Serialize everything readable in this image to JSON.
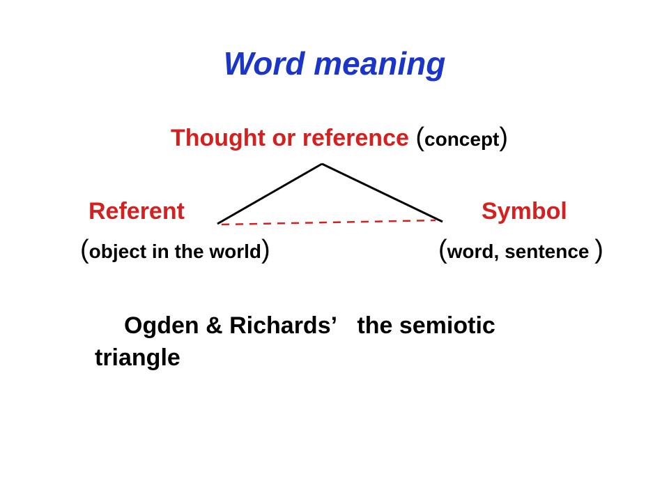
{
  "title": "Word meaning",
  "apex": {
    "label": "Thought or reference",
    "note": "concept"
  },
  "left_node": {
    "label": "Referent",
    "note": "object in the world"
  },
  "right_node": {
    "label": "Symbol",
    "note": "word, sentence "
  },
  "caption": {
    "part1": "Ogden & Richards’",
    "part2": "the semiotic",
    "part3": "triangle"
  },
  "colors": {
    "title": "#1a35c8",
    "node_label": "#d4201f",
    "text": "#000000",
    "solid_edge": "#000000",
    "dashed_edge": "#d4201f"
  }
}
